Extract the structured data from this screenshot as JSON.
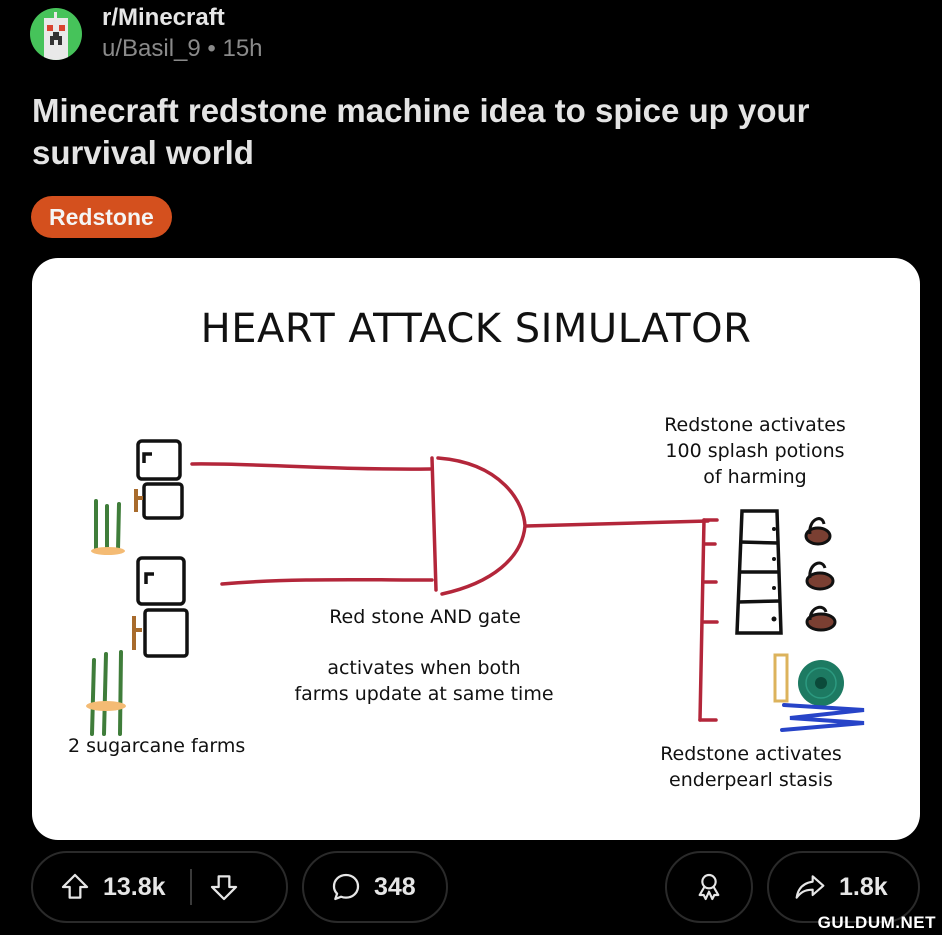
{
  "post": {
    "subreddit": "r/Minecraft",
    "author": "u/Basil_9",
    "separator": "•",
    "age": "15h",
    "title": "Minecraft redstone machine idea to spice up your survival world",
    "flair": {
      "label": "Redstone",
      "color": "#d4501e"
    },
    "avatar_icon": "creeper-avatar-icon"
  },
  "image": {
    "heading": "HEART ATTACK SIMULATOR",
    "labels": {
      "farms": "2 sugarcane farms",
      "and_gate": "Red stone AND gate",
      "activation_line1": "activates when both",
      "activation_line2": "farms update at same time",
      "potions_line1": "Redstone activates",
      "potions_line2": "100 splash potions",
      "potions_line3": "of harming",
      "stasis_line1": "Redstone activates",
      "stasis_line2": "enderpearl stasis"
    },
    "colors": {
      "wire": "#b3263a",
      "cane": "#3f7d3a",
      "sand": "#f4bb74",
      "pearl": "#1d7a62",
      "water": "#2744c8",
      "potion": "#7a3f32"
    }
  },
  "actions": {
    "upvote_icon": "upvote-arrow-icon",
    "score": "13.8k",
    "downvote_icon": "downvote-arrow-icon",
    "comment_icon": "comment-bubble-icon",
    "comments": "348",
    "award_icon": "award-ribbon-icon",
    "share_icon": "share-arrow-icon",
    "shares": "1.8k"
  },
  "watermark": "GULDUM.NET"
}
